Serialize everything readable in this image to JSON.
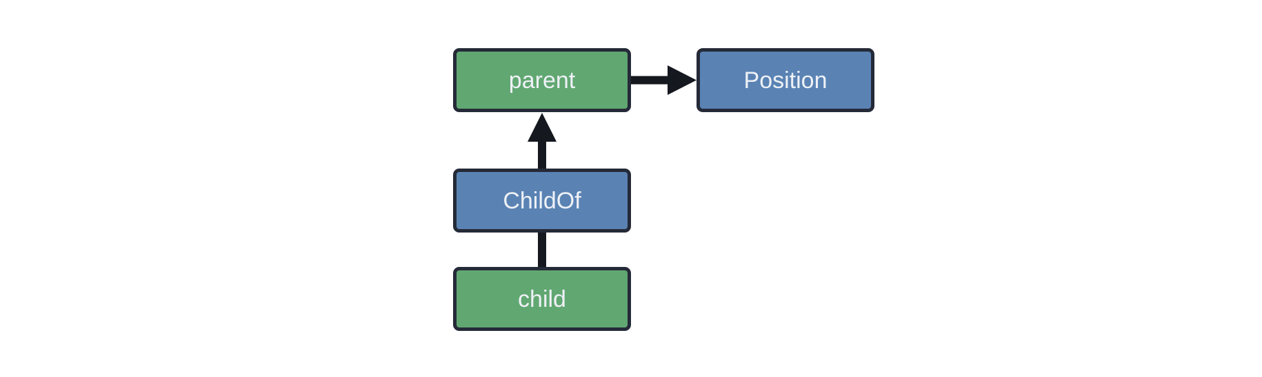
{
  "diagram": {
    "background_color": "#ffffff",
    "node_border_color": "#252a38",
    "node_text_color": "#eef1f6",
    "edge_color": "#15181f",
    "nodes": [
      {
        "id": "parent",
        "label": "parent",
        "fill": "#61a771"
      },
      {
        "id": "Position",
        "label": "Position",
        "fill": "#5a83b4"
      },
      {
        "id": "ChildOf",
        "label": "ChildOf",
        "fill": "#5a83b4"
      },
      {
        "id": "child",
        "label": "child",
        "fill": "#61a771"
      }
    ],
    "edges": [
      {
        "from": "parent",
        "to": "Position",
        "arrowhead": true,
        "direction": "right"
      },
      {
        "from": "ChildOf",
        "to": "parent",
        "arrowhead": true,
        "direction": "up"
      },
      {
        "from": "child",
        "to": "ChildOf",
        "arrowhead": false,
        "direction": "up"
      }
    ]
  }
}
